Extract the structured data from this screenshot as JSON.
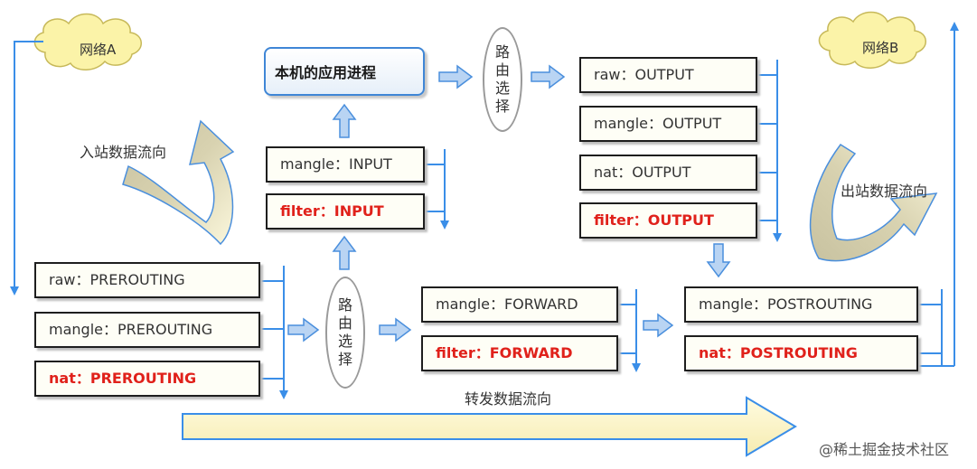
{
  "network_a": "网络A",
  "network_b": "网络B",
  "app_process": "本机的应用进程",
  "route_choice_top": "路由选择",
  "route_choice_bottom": "路由选择",
  "labels": {
    "inbound": "入站数据流向",
    "outbound": "出站数据流向",
    "forward": "转发数据流向"
  },
  "boxes": {
    "raw_prerouting": "raw：PREROUTING",
    "mangle_prerouting": "mangle：PREROUTING",
    "nat_prerouting": "nat：PREROUTING",
    "mangle_input": "mangle：INPUT",
    "filter_input": "filter：INPUT",
    "mangle_forward": "mangle：FORWARD",
    "filter_forward": "filter：FORWARD",
    "raw_output": "raw：OUTPUT",
    "mangle_output": "mangle：OUTPUT",
    "nat_output": "nat：OUTPUT",
    "filter_output": "filter：OUTPUT",
    "mangle_postrouting": "mangle：POSTROUTING",
    "nat_postrouting": "nat：POSTROUTING"
  },
  "watermark": "@稀土掘金技术社区",
  "colors": {
    "line": "#3a8ee8",
    "highlight_text": "#e0211b",
    "cloud": "#fbf3a8",
    "big_arrow": "#fdf6c8",
    "hollow_arrow": "#b9d4f3"
  }
}
